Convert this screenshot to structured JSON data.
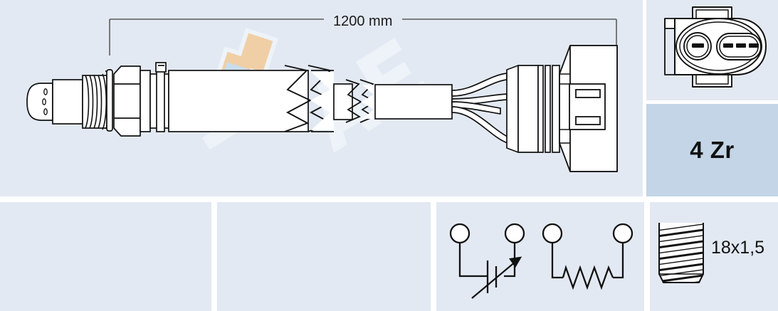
{
  "product": {
    "type": "lambda-oxygen-sensor-technical-drawing",
    "dimension_label": "1200 mm",
    "sensor_type_label": "4 Zr",
    "thread_label": "18x1,5",
    "wire_count": 4
  },
  "colors": {
    "page_background": "#ffffff",
    "panel_background": "#e3e9f2",
    "accent_panel_background": "#c3d5e6",
    "line": "#111111",
    "watermark_orange": "#f0cfa6",
    "watermark_blue": "#c9dded",
    "watermark_pale": "#eef3f9",
    "part_fill": "#ffffff"
  },
  "panels": [
    {
      "name": "main-product-view",
      "label": ""
    },
    {
      "name": "connector-face-view",
      "label": ""
    },
    {
      "name": "sensor-type",
      "label": "4 Zr"
    },
    {
      "name": "empty-left-1",
      "label": ""
    },
    {
      "name": "empty-left-2",
      "label": ""
    },
    {
      "name": "circuit-schematic",
      "label": ""
    },
    {
      "name": "thread-spec",
      "label": "18x1,5"
    }
  ],
  "main_view": {
    "dimension": "1200 mm",
    "parts": [
      "sensor-tip",
      "sensor-body",
      "threaded-section",
      "hex-nut",
      "collar",
      "protective-sleeve",
      "break-symbol",
      "cable",
      "break-symbol",
      "wire-fan",
      "connector-boot",
      "connector-housing"
    ]
  },
  "connector_view": {
    "name": "4-pin-oval-connector",
    "cavities": [
      {
        "shape": "circle",
        "pins": 1
      },
      {
        "shape": "oval",
        "pins": 3
      }
    ],
    "tabs": [
      "top-latch",
      "bottom-latch",
      "side-key"
    ]
  },
  "circuit": {
    "elements": [
      {
        "name": "sensing-element",
        "symbol": "variable-capacitor-with-arrow",
        "terminals": 2
      },
      {
        "name": "heater-element",
        "symbol": "resistor-zigzag",
        "terminals": 2
      }
    ],
    "terminal_count": 4
  },
  "thread_spec": {
    "symbol": "threaded-bore",
    "value": "18x1,5"
  },
  "watermark": {
    "brand_letters": "AE",
    "logo": "fae-arrow-mark"
  }
}
